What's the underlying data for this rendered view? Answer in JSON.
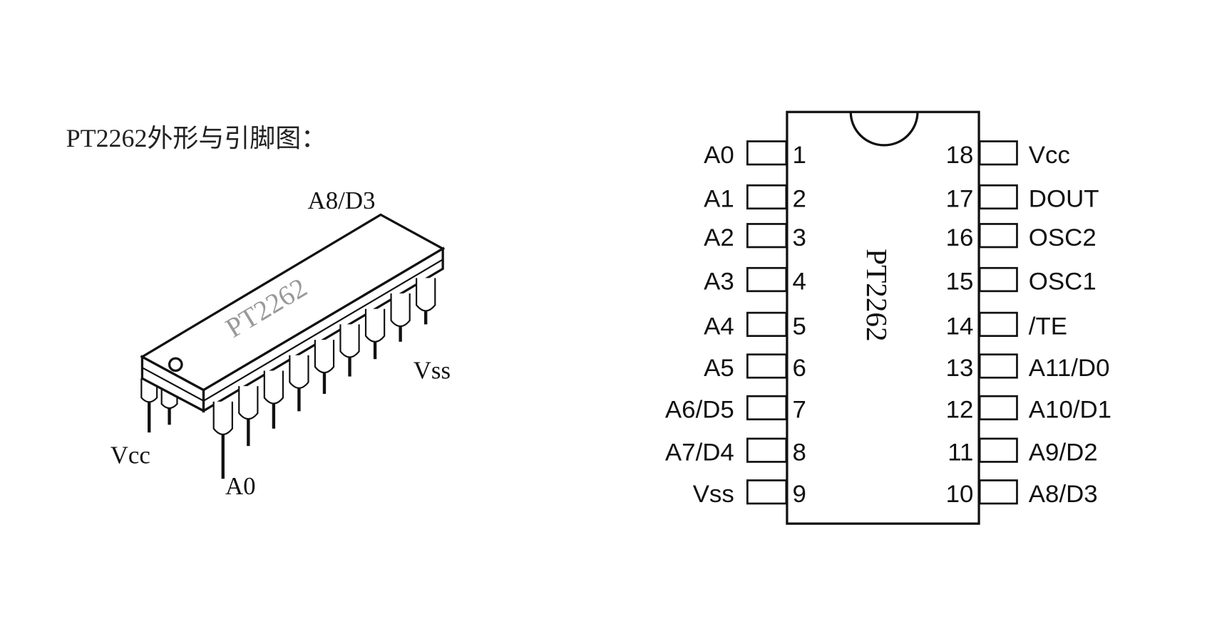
{
  "title": "PT2262外形与引脚图：",
  "package_view": {
    "chip_marking": "PT2262",
    "labels": {
      "top_right": "A8/D3",
      "vcc": "Vcc",
      "a0": "A0",
      "vss": "Vss"
    }
  },
  "pinout": {
    "chip_name": "PT2262",
    "left_pins": [
      {
        "num": "1",
        "name": "A0"
      },
      {
        "num": "2",
        "name": "A1"
      },
      {
        "num": "3",
        "name": "A2"
      },
      {
        "num": "4",
        "name": "A3"
      },
      {
        "num": "5",
        "name": "A4"
      },
      {
        "num": "6",
        "name": "A5"
      },
      {
        "num": "7",
        "name": "A6/D5"
      },
      {
        "num": "8",
        "name": "A7/D4"
      },
      {
        "num": "9",
        "name": "Vss"
      }
    ],
    "right_pins": [
      {
        "num": "18",
        "name": "Vcc"
      },
      {
        "num": "17",
        "name": "DOUT"
      },
      {
        "num": "16",
        "name": "OSC2"
      },
      {
        "num": "15",
        "name": "OSC1"
      },
      {
        "num": "14",
        "name": "/TE"
      },
      {
        "num": "13",
        "name": "A11/D0"
      },
      {
        "num": "12",
        "name": "A10/D1"
      },
      {
        "num": "11",
        "name": "A9/D2"
      },
      {
        "num": "10",
        "name": "A8/D3"
      }
    ]
  }
}
